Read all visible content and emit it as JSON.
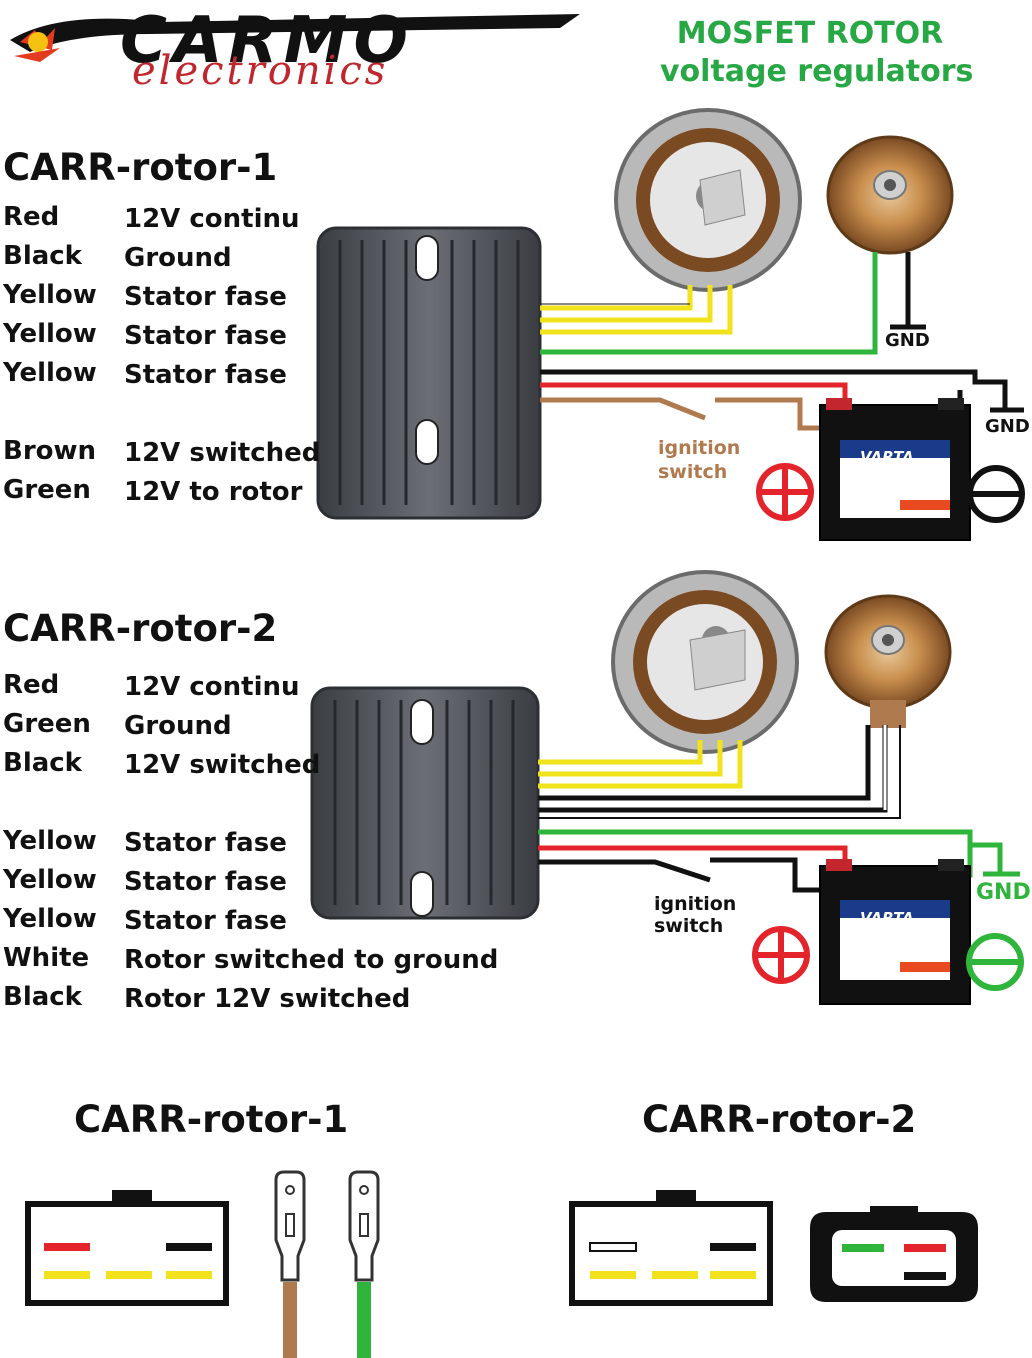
{
  "logo": {
    "brand": "CARMO",
    "sub": "electronics"
  },
  "title": {
    "line1": "MOSFET ROTOR",
    "line2": "voltage regulators"
  },
  "colors": {
    "red": "#e3242b",
    "black": "#111111",
    "yellow": "#f2e21b",
    "green": "#2fb53c",
    "brown": "#b07a4f",
    "white": "#ffffff",
    "title_green": "#28a745"
  },
  "section1": {
    "name": "CARR-rotor-1",
    "rows": [
      {
        "color": "Red",
        "desc": "12V continu"
      },
      {
        "color": "Black",
        "desc": "Ground"
      },
      {
        "color": "Yellow",
        "desc": "Stator fase"
      },
      {
        "color": "Yellow",
        "desc": "Stator fase"
      },
      {
        "color": "Yellow",
        "desc": "Stator fase"
      },
      {
        "color": "Brown",
        "desc": "12V switched"
      },
      {
        "color": "Green",
        "desc": "12V to rotor"
      }
    ],
    "gnd_labels": [
      "GND",
      "GND"
    ],
    "ignition": [
      "ignition",
      "switch"
    ],
    "battery": "VARTA"
  },
  "section2": {
    "name": "CARR-rotor-2",
    "rows": [
      {
        "color": "Red",
        "desc": "12V continu"
      },
      {
        "color": "Green",
        "desc": "Ground"
      },
      {
        "color": "Black",
        "desc": "12V switched"
      },
      {
        "color": "Yellow",
        "desc": "Stator fase"
      },
      {
        "color": "Yellow",
        "desc": "Stator fase"
      },
      {
        "color": "Yellow",
        "desc": "Stator fase"
      },
      {
        "color": "White",
        "desc": "Rotor switched to ground"
      },
      {
        "color": "Black",
        "desc": "Rotor 12V switched"
      }
    ],
    "gnd_label": "GND",
    "ignition": [
      "ignition",
      "switch"
    ],
    "battery": "VARTA"
  },
  "connectors": {
    "left_title": "CARR-rotor-1",
    "right_title": "CARR-rotor-2"
  }
}
